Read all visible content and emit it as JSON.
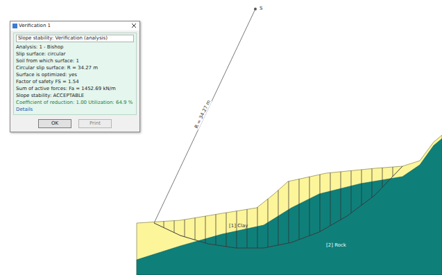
{
  "diagram": {
    "nodes": [
      {
        "text": [
          "Verification 1",
          "Slope stability: Verification (analysis)",
          "Analysis: 1 - Bishop",
          "Slip surface: circular",
          "Soil from which surface: 1",
          "Circular slip surface: R = 34.27 m",
          "Surface is optimized: yes",
          "Factor of safety FS = 1.54",
          "Sum of active forces: Fa = 1452.69 kN/m",
          "Slope stability: ACCEPTABLE",
          "Coefficient of reduction: 1.00     Utilization: 64.9 %",
          "Details"
        ]
      },
      {
        "text": [
          "OK"
        ],
        "in": 0
      },
      {
        "text": [
          "Print"
        ],
        "in": 0
      }
    ],
    "labels": [
      "R = 34.27 m",
      "S",
      "[1] Clay",
      "[2] Rock"
    ]
  }
}
